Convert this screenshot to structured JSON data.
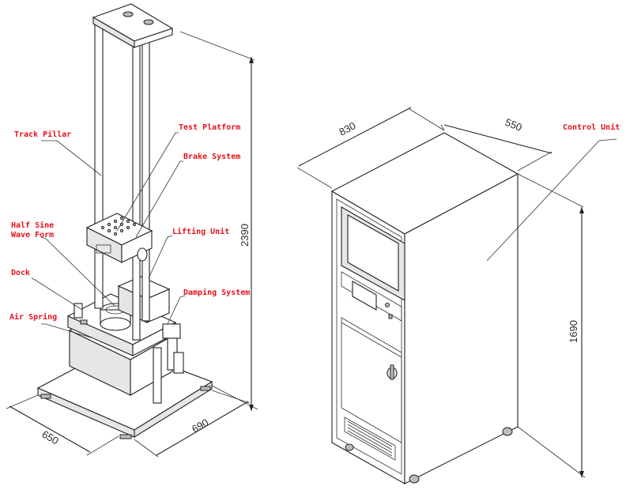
{
  "labels": {
    "track_pillar": "Track Pillar",
    "test_platform": "Test Platform",
    "brake_system": "Brake System",
    "half_sine_1": "Half Sine",
    "half_sine_2": "Wave Form",
    "lifting_unit": "Lifting Unit",
    "dock": "Dock",
    "damping_system": "Damping System",
    "air_spring": "Air Spring",
    "control_unit": "Control Unit"
  },
  "dimensions": {
    "machine_height": "2390",
    "machine_depth": "650",
    "machine_width": "690",
    "cabinet_width": "830",
    "cabinet_depth": "550",
    "cabinet_height": "1690"
  }
}
